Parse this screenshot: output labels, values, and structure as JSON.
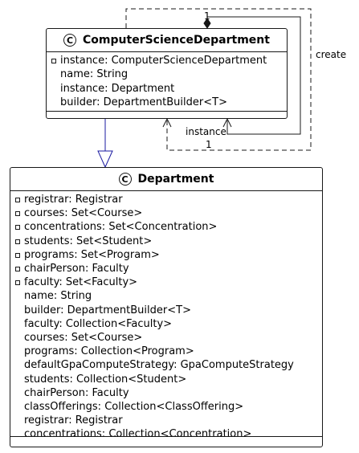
{
  "classes": {
    "csd": {
      "stereotype_badge": "C",
      "name": "ComputerScienceDepartment",
      "attributes": [
        {
          "text": "instance: ComputerScienceDepartment",
          "private": true
        },
        {
          "text": "name: String",
          "private": false
        },
        {
          "text": "instance: Department",
          "private": false
        },
        {
          "text": "builder: DepartmentBuilder<T>",
          "private": false
        }
      ]
    },
    "dept": {
      "stereotype_badge": "C",
      "name": "Department",
      "attributes": [
        {
          "text": "registrar: Registrar",
          "private": true
        },
        {
          "text": "courses: Set<Course>",
          "private": true
        },
        {
          "text": "concentrations: Set<Concentration>",
          "private": true
        },
        {
          "text": "students: Set<Student>",
          "private": true
        },
        {
          "text": "programs: Set<Program>",
          "private": true
        },
        {
          "text": "chairPerson: Faculty",
          "private": true
        },
        {
          "text": "faculty: Set<Faculty>",
          "private": true
        },
        {
          "text": "name: String",
          "private": false
        },
        {
          "text": "builder: DepartmentBuilder<T>",
          "private": false
        },
        {
          "text": "faculty: Collection<Faculty>",
          "private": false
        },
        {
          "text": "courses: Set<Course>",
          "private": false
        },
        {
          "text": "programs: Collection<Program>",
          "private": false
        },
        {
          "text": "defaultGpaComputeStrategy: GpaComputeStrategy",
          "private": false
        },
        {
          "text": "students: Collection<Student>",
          "private": false
        },
        {
          "text": "chairPerson: Faculty",
          "private": false
        },
        {
          "text": "classOfferings: Collection<ClassOffering>",
          "private": false
        },
        {
          "text": "registrar: Registrar",
          "private": false
        },
        {
          "text": "concentrations: Collection<Concentration>",
          "private": false
        }
      ]
    }
  },
  "edges": {
    "create_label": "create",
    "composition_multiplicity": "1",
    "instance_label": "instance",
    "instance_multiplicity": "1"
  },
  "colors": {
    "line": "#181818",
    "generalization": "#1a1aa0"
  }
}
